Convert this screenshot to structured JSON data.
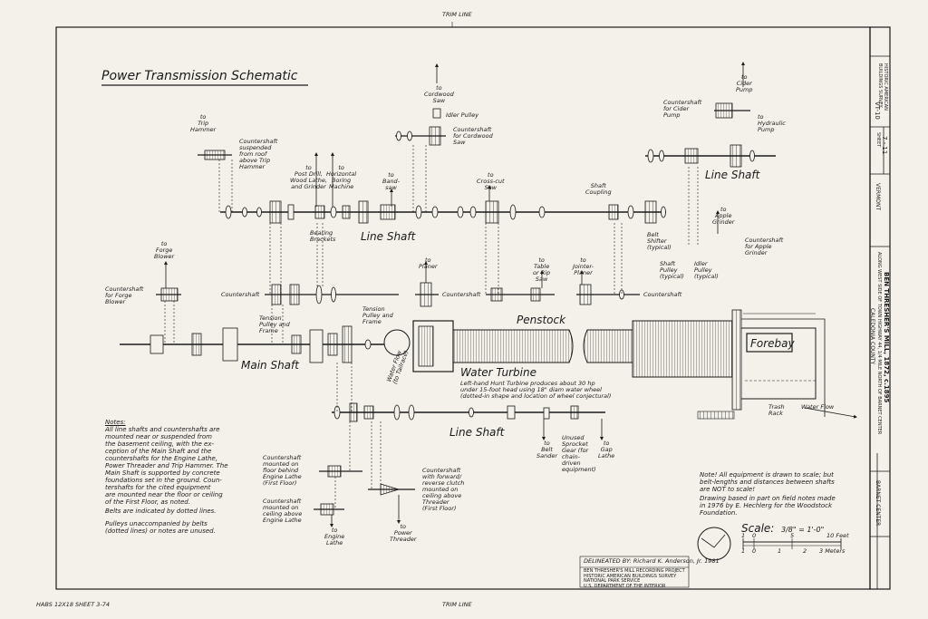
{
  "sheet": {
    "trim_line_top": "TRIM LINE",
    "trim_line_bottom": "TRIM LINE",
    "bottom_left_note": "HABS 12X18 SHEET 3-74"
  },
  "title": "Power Transmission Schematic",
  "labels": {
    "trip_hammer": "to\nTrip\nHammer",
    "countershaft_roof": "Countershaft\nsuspended\nfrom roof\nabove Trip\nHammer",
    "post_drill": "to\nPost Drill,\nWood Lathe,\nand Grinder",
    "horizontal_boring": "to\nHorizontal\nBoring\nMachine",
    "band_saw": "to\nBand-\nsaw",
    "cordwood_saw": "to\nCordwood\nSaw",
    "idler_pulley": "Idler Pulley",
    "countershaft_cordwood": "Countershaft\nfor Cordwood\nSaw",
    "cross_cut_saw": "to\nCross-cut\nSaw",
    "shaft_coupling": "Shaft\nCoupling",
    "cider_pump": "to\nCider\nPump",
    "countershaft_cider": "Countershaft\nfor Cider\nPump",
    "hydraulic_pump": "to\nHydraulic\nPump",
    "line_shaft_upper_right": "Line Shaft",
    "line_shaft_upper": "Line Shaft",
    "bearing_brackets": "Bearing\nBrackets",
    "apple_grinder": "to\nApple\nGrinder",
    "countershaft_apple": "Countershaft\nfor Apple\nGrinder",
    "belt_shifter": "Belt\nShifter\n(typical)",
    "shaft_pulley": "Shaft\nPulley\n(typical)",
    "idler_pulley_typ": "Idler\nPulley\n(typical)",
    "forge_blower": "to\nForge\nBlower",
    "countershaft_forge": "Countershaft\nfor Forge\nBlower",
    "countershaft_1": "Countershaft",
    "planer": "to\nPlaner",
    "countershaft_2": "Countershaft",
    "table_rip_saw": "to\nTable\nor Rip\nSaw",
    "jointer_planer": "to\nJointer-\nPlaner",
    "countershaft_3": "Countershaft",
    "tension_pulley_1": "Tension\nPulley and\nFrame",
    "tension_pulley_2": "Tension\nPulley and\nFrame",
    "penstock": "Penstock",
    "forebay": "Forebay",
    "main_shaft": "Main Shaft",
    "water_turbine": "Water Turbine",
    "water_turbine_note": "Left-hand Hunt Turbine produces about 30 hp\nunder 15-foot head using 18\" diam water wheel\n(dotted-in shape and location of wheel conjectural)",
    "water_flow_turbine": "Water Flow\n(to Tailrace)",
    "trash_rack": "Trash\nRack",
    "water_flow": "Water Flow",
    "line_shaft_lower": "Line Shaft",
    "belt_sander": "to\nBelt\nSander",
    "unused_sprocket": "Unused\nSprocket\nGear (for\nchain-\ndriven\nequipment)",
    "gap_lathe": "to\nGap\nLathe",
    "cs_engine_lathe_floor": "Countershaft\nmounted on\nfloor behind\nEngine Lathe\n(First Floor)",
    "cs_engine_lathe_ceiling": "Countershaft\nmounted on\nceiling above\nEngine Lathe",
    "engine_lathe": "to\nEngine\nLathe",
    "cs_threader": "Countershaft\nwith forward/\nreverse clutch\nmounted on\nceiling above\nThreader\n(First Floor)",
    "power_threader": "to\nPower\nThreader"
  },
  "notes_title": "Notes:",
  "notes": [
    "All line shafts and countershafts are\nmounted near or suspended from\nthe basement ceiling, with the ex-\nception of the Main Shaft and the\ncountershafts for the Engine Lathe,\nPower Threader and Trip Hammer. The\nMain Shaft is supported by concrete\nfoundations set in the ground. Coun-\ntershafts for the cited equipment\nare mounted near the floor or ceiling\nof the First Floor, as noted.",
    "Belts are indicated by dotted lines.",
    "Pulleys unaccompanied by belts\n(dotted lines) or notes are unused."
  ],
  "note_right": "Note! All equipment is drawn to scale; but\nbelt-lengths and distances between shafts\nare NOT to scale!",
  "drawing_note": "Drawing based in part on field notes made\nin 1976 by E. Hechlerg for the Woodstock\nFoundation.",
  "scale": {
    "label": "Scale:",
    "fraction": "3/8\" = 1'-0\"",
    "feet_ticks": [
      "1",
      "0",
      "5",
      "10 Feet"
    ],
    "meter_ticks": [
      "1",
      "0",
      "1",
      "2",
      "3 Meters"
    ]
  },
  "delineated": "DELINEATED BY: Richard K. Anderson, Jr. 1981",
  "project_box": "BEN THRESHER'S MILL RECORDING PROJECT\nHISTORIC AMERICAN BUILDINGS SURVEY\nNATIONAL PARK SERVICE\nU.S. DEPARTMENT OF THE INTERIOR",
  "title_block": {
    "mill_name": "BEN THRESHER'S MILL, 1872, c.1895",
    "location": "ALONG WEST SIDE OF TOWN HIGHWAY 44, 1/4 MILE NORTH OF BARNET CENTER",
    "county": "CALEDONIA COUNTY",
    "state": "VERMONT",
    "place": "BARNET CENTER",
    "sheet_label": "SHEET",
    "sheet_num": "7 - 11",
    "survey": "HISTORIC AMERICAN\nBUILDINGS SURVEY",
    "number": "VT-10"
  }
}
